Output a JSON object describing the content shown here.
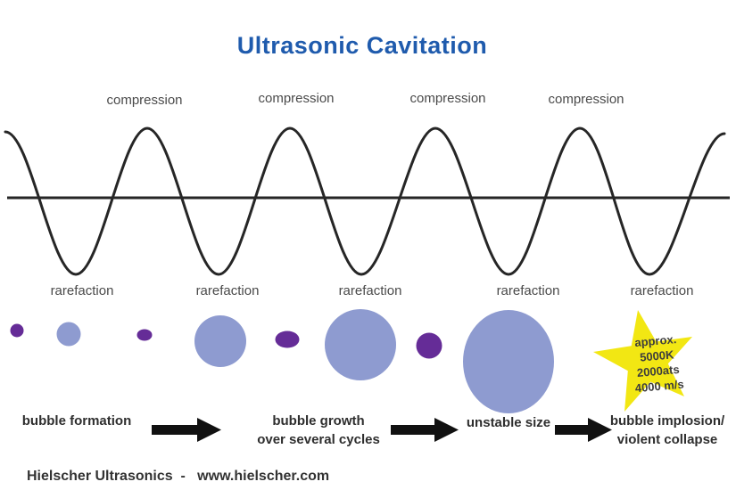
{
  "title": "Ultrasonic Cavitation",
  "wave": {
    "compression_labels": [
      "compression",
      "compression",
      "compression",
      "compression"
    ],
    "rarefaction_labels": [
      "rarefaction",
      "rarefaction",
      "rarefaction",
      "rarefaction",
      "rarefaction"
    ]
  },
  "star": {
    "lines": [
      "approx.",
      "5000K",
      "2000ats",
      "4000 m/s"
    ]
  },
  "stages": [
    {
      "lines": [
        "bubble formation",
        ""
      ]
    },
    {
      "lines": [
        "bubble growth",
        "over several cycles"
      ]
    },
    {
      "lines": [
        "unstable size",
        ""
      ]
    },
    {
      "lines": [
        "bubble implosion/",
        "violent collapse"
      ]
    }
  ],
  "footer": {
    "text": "Hielscher Ultrasonics  -   www.hielscher.com"
  },
  "colors": {
    "title_blue": "#1f5bad",
    "bubble_blue": "#8e9bd0",
    "bubble_purple": "#652c97",
    "star_yellow": "#f2e713",
    "wave_stroke": "#262626",
    "arrow_black": "#111111"
  }
}
